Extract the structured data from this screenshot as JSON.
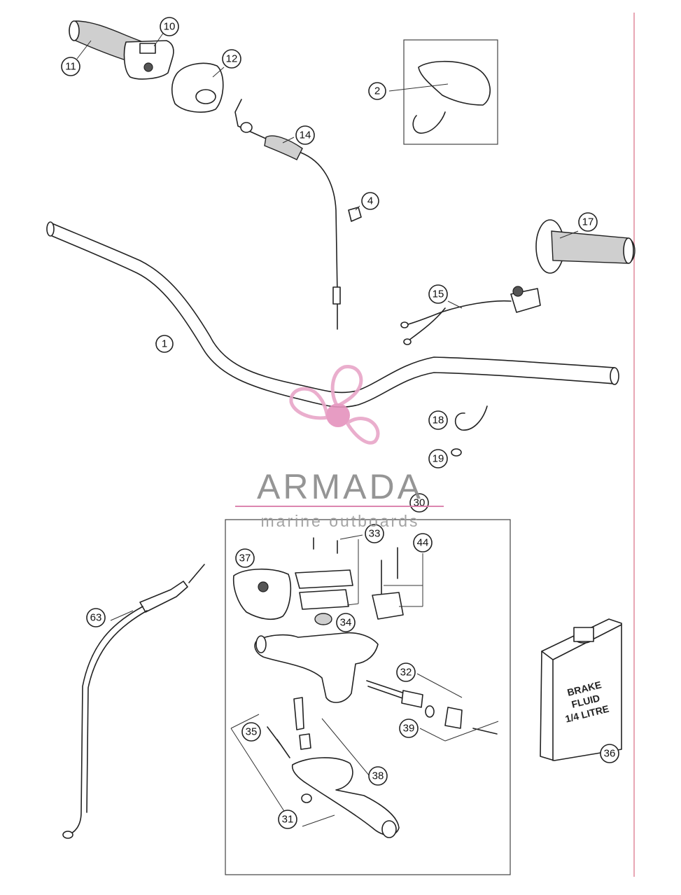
{
  "logo": {
    "name": "ARMADA",
    "tagline": "marine outboards",
    "colors": {
      "propeller": "#e8a6c8",
      "hub": "#e592bd",
      "text": "#8a8a8a",
      "underline": "#d97aa8"
    }
  },
  "fluid_can": {
    "line1": "BRAKE",
    "line2": "FLUID",
    "line3": "1/4 LITRE"
  },
  "callouts": [
    "1",
    "2",
    "4",
    "10",
    "11",
    "12",
    "14",
    "15",
    "17",
    "18",
    "19",
    "30",
    "31",
    "32",
    "33",
    "34",
    "35",
    "36",
    "37",
    "38",
    "39",
    "44",
    "63"
  ]
}
